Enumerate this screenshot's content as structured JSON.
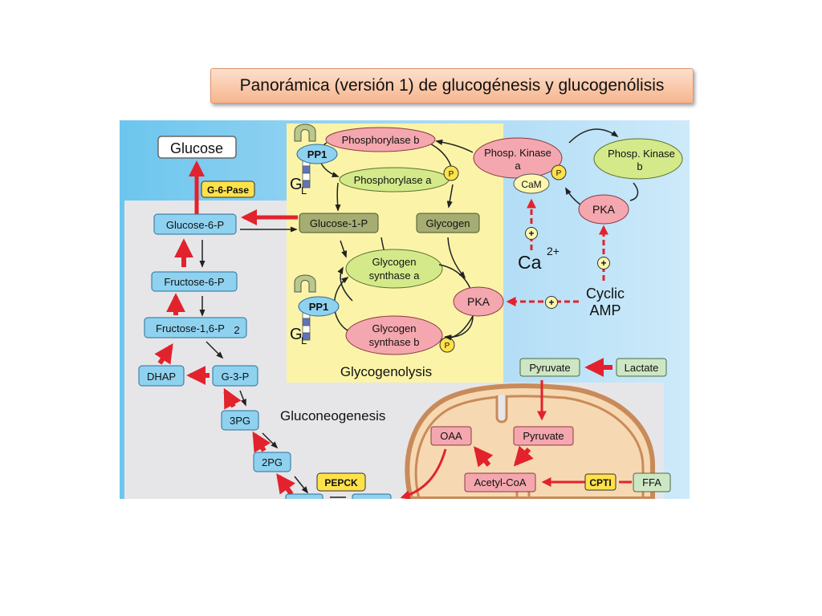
{
  "slide": {
    "title": "Panorámica (versión 1) de glucogénesis y glucogenólisis"
  },
  "diagram": {
    "colors": {
      "background": "#b3dcf5",
      "glycogenolysis_panel": "#fbf4a8",
      "gluconeogenesis_panel": "#e6e6e8",
      "blue_node": "#8fd2f0",
      "green_node": "#a5ad72",
      "pink_node": "#f4a7ae",
      "yellow_tag": "#ffe24a",
      "red_arrow": "#e2222c",
      "mitochondrion": "#c98a5a"
    },
    "nodes": {
      "glucose": "Glucose",
      "g6pase": "G-6-Pase",
      "glucose_6_p": "Glucose-6-P",
      "fructose_6_p": "Fructose-6-P",
      "fructose_16_p": "Fructose-1,6-P",
      "fructose_16_p_sub": "2",
      "dhap": "DHAP",
      "g3p": "G-3-P",
      "pg3": "3PG",
      "pg2": "2PG",
      "pepck": "PEPCK",
      "glucose_1_p": "Glucose-1-P",
      "glycogen": "Glycogen",
      "phosphorylase_b": "Phosphorylase b",
      "phosphorylase_a": "Phosphorylase a",
      "glycogen_synthase_a_l1": "Glycogen",
      "glycogen_synthase_a_l2": "synthase a",
      "glycogen_synthase_b_l1": "Glycogen",
      "glycogen_synthase_b_l2": "synthase b",
      "pka_center": "PKA",
      "pka_right": "PKA",
      "phosp_kinase_a_l1": "Phosp. Kinase",
      "phosp_kinase_a_l2": "a",
      "phosp_kinase_b_l1": "Phosp. Kinase",
      "phosp_kinase_b_l2": "b",
      "cam": "CaM",
      "phospho_tag": "P",
      "plus": "+",
      "ca": "Ca",
      "ca_charge": "2+",
      "cyclic_amp_l1": "Cyclic",
      "cyclic_amp_l2": "AMP",
      "pp1": "PP1",
      "gl": "G",
      "gl_sub": "L",
      "pyruvate_top": "Pyruvate",
      "lactate": "Lactate",
      "pyruvate_mito": "Pyruvate",
      "oaa": "OAA",
      "acetyl_coa": "Acetyl-CoA",
      "cpti": "CPTI",
      "ffa": "FFA"
    },
    "labels": {
      "glycogenolysis": "Glycogenolysis",
      "gluconeogenesis": "Gluconeogenesis"
    }
  }
}
